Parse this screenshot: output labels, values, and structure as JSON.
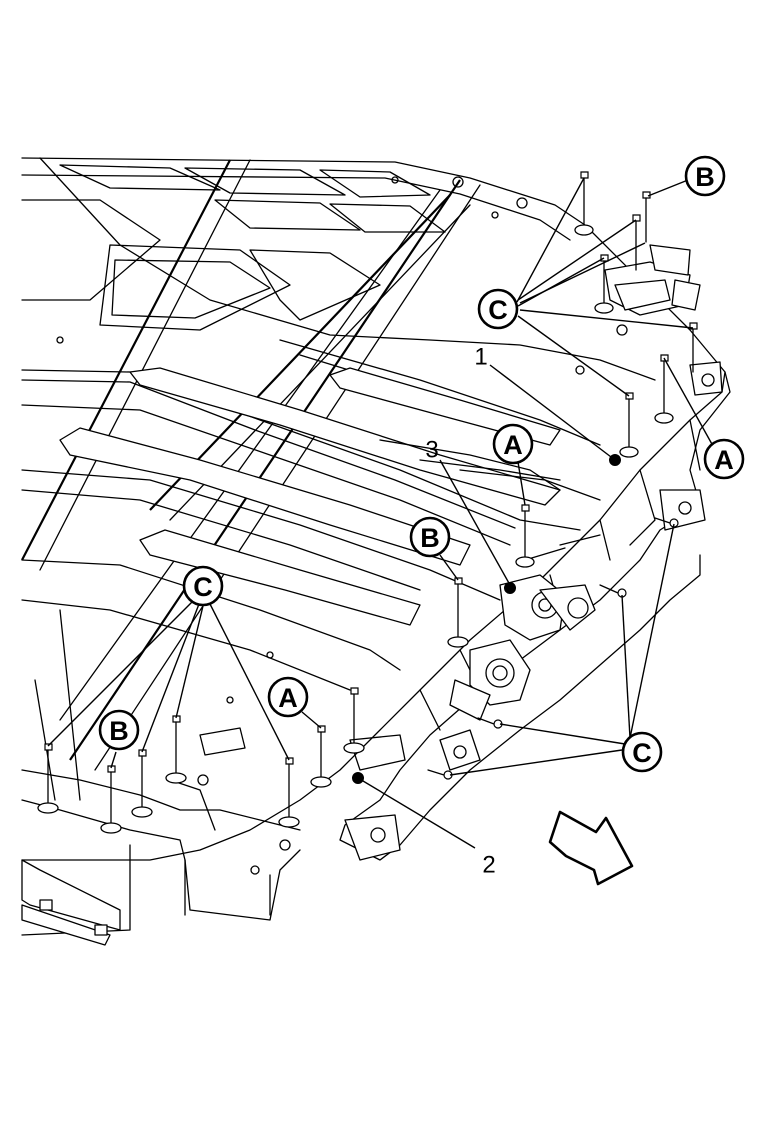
{
  "callouts": {
    "a1": "A",
    "a2": "A",
    "a3": "A",
    "b1": "B",
    "b2": "B",
    "b3": "B",
    "c1": "C",
    "c2": "C",
    "c3": "C"
  },
  "numbers": {
    "n1": "1",
    "n2": "2",
    "n3": "3"
  },
  "icons": {
    "direction": "direction-arrow-icon"
  }
}
